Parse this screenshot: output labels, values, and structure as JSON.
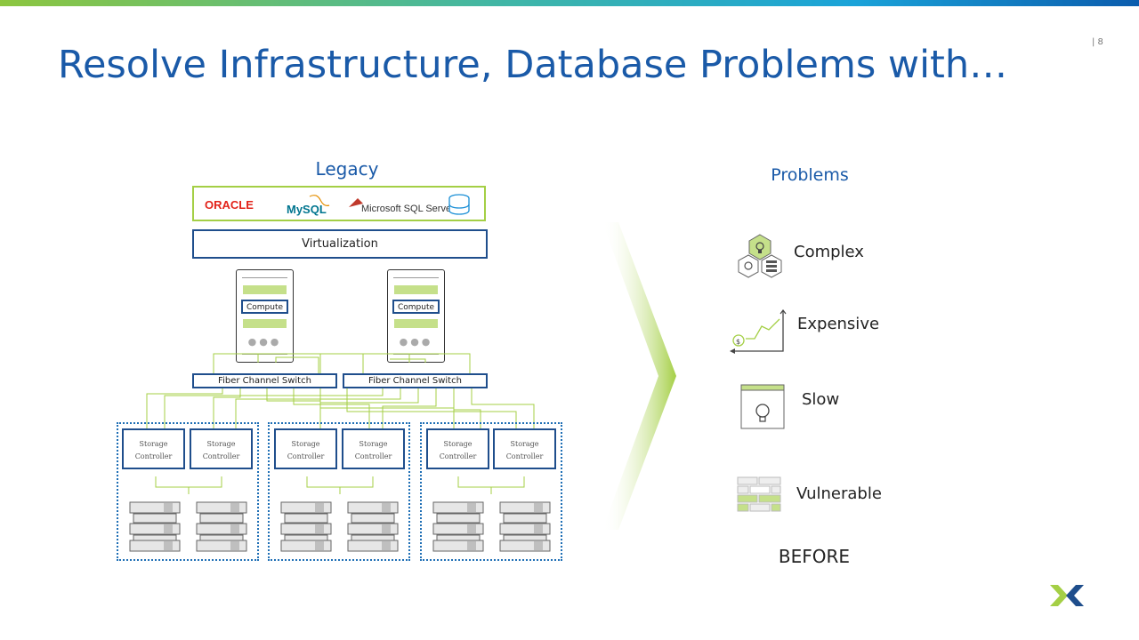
{
  "slide": {
    "title": "Resolve Infrastructure, Database Problems with…",
    "page_number": "| 8"
  },
  "legacy": {
    "heading": "Legacy",
    "databases": [
      "ORACLE",
      "MySQL",
      "Microsoft SQL Server"
    ],
    "virtualization": "Virtualization",
    "servers": [
      {
        "label": "Compute"
      },
      {
        "label": "Compute"
      }
    ],
    "switches": [
      "Fiber Channel Switch",
      "Fiber Channel Switch"
    ],
    "storage_groups": [
      {
        "controllers": [
          "Storage Controller",
          "Storage Controller"
        ]
      },
      {
        "controllers": [
          "Storage Controller",
          "Storage Controller"
        ]
      },
      {
        "controllers": [
          "Storage Controller",
          "Storage Controller"
        ]
      }
    ]
  },
  "problems": {
    "heading": "Problems",
    "items": [
      {
        "label": "Complex",
        "icon": "complex-hex-icon"
      },
      {
        "label": "Expensive",
        "icon": "cost-chart-icon"
      },
      {
        "label": "Slow",
        "icon": "slow-window-icon"
      },
      {
        "label": "Vulnerable",
        "icon": "brick-wall-icon"
      }
    ],
    "footer": "BEFORE"
  },
  "colors": {
    "accent_blue": "#1a5aa8",
    "accent_green": "#a4cf45",
    "border_navy": "#1f4e8c"
  }
}
